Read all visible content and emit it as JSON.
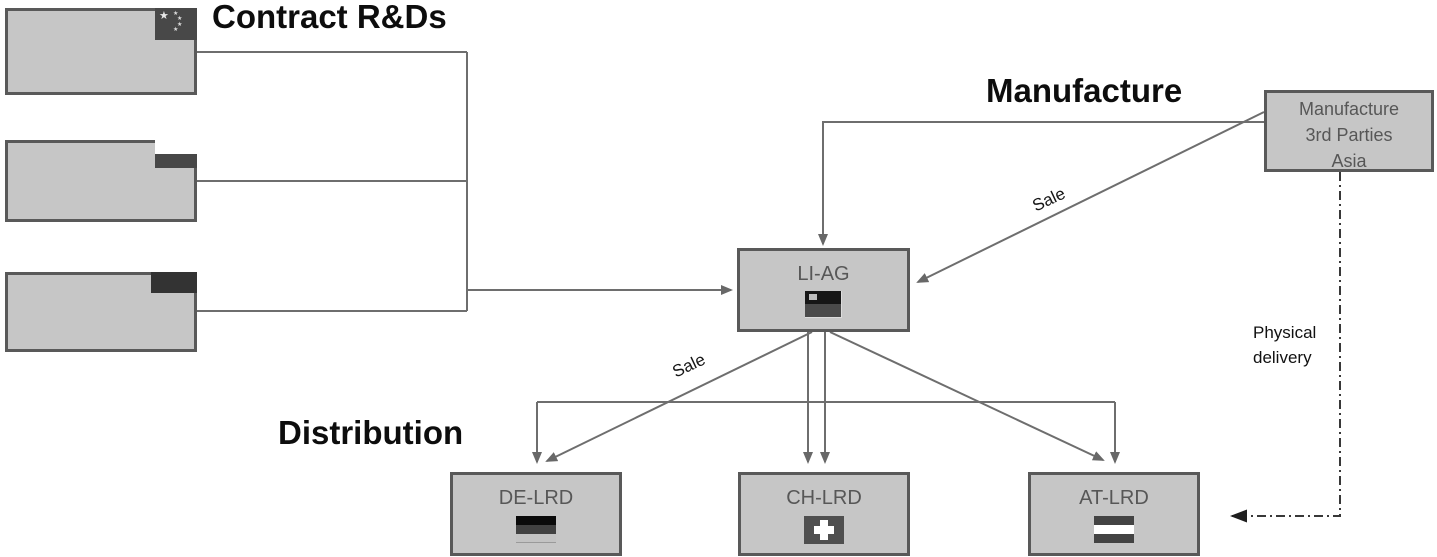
{
  "headings": {
    "contract_rds": "Contract R&Ds",
    "manufacture": "Manufacture",
    "distribution": "Distribution"
  },
  "edge_labels": {
    "sale_manufacture": "Sale",
    "sale_distribution": "Sale",
    "physical_delivery_line1": "Physical",
    "physical_delivery_line2": "delivery"
  },
  "nodes": {
    "rd_box_1": {
      "flag": "china-flag"
    },
    "rd_box_2": {
      "flag": "poland-flag"
    },
    "rd_box_3": {
      "flag": "dark-flag"
    },
    "li_ag": {
      "label": "LI-AG",
      "flag": "liechtenstein-flag"
    },
    "manufacture_3rd_parties": {
      "line1": "Manufacture",
      "line2": "3rd Parties",
      "line3": "Asia"
    },
    "de_lrd": {
      "label": "DE-LRD",
      "flag": "germany-flag"
    },
    "ch_lrd": {
      "label": "CH-LRD",
      "flag": "switzerland-flag"
    },
    "at_lrd": {
      "label": "AT-LRD",
      "flag": "austria-flag"
    }
  },
  "icons": {
    "china_star_big": "★",
    "china_star_small": "★"
  },
  "colors": {
    "box_fill": "#c6c6c6",
    "box_border": "#595959",
    "connector": "#6e6e6e",
    "node_text": "#575757",
    "heading_text": "#0d0d0d"
  }
}
